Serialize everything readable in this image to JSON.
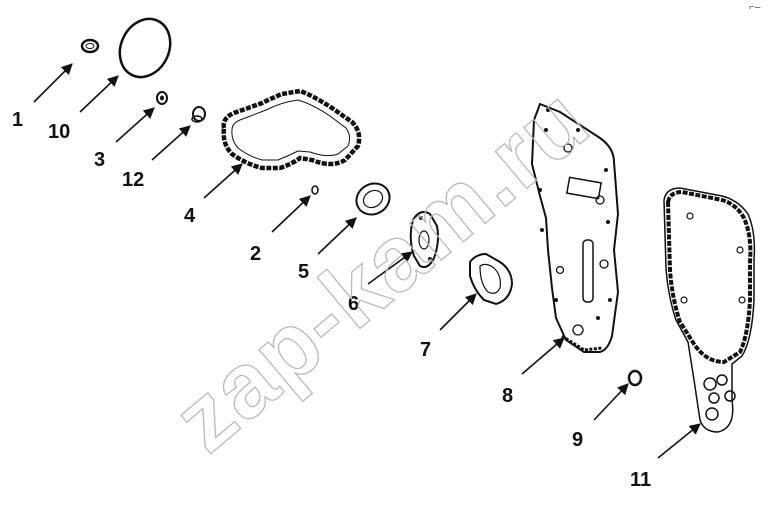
{
  "diagram": {
    "watermark": "zap-kam.ru",
    "corner_mark": "⌐–",
    "callouts": [
      {
        "id": "1",
        "label": "1"
      },
      {
        "id": "10",
        "label": "10"
      },
      {
        "id": "3",
        "label": "3"
      },
      {
        "id": "12",
        "label": "12"
      },
      {
        "id": "4",
        "label": "4"
      },
      {
        "id": "2",
        "label": "2"
      },
      {
        "id": "5",
        "label": "5"
      },
      {
        "id": "6",
        "label": "6"
      },
      {
        "id": "7",
        "label": "7"
      },
      {
        "id": "8",
        "label": "8"
      },
      {
        "id": "9",
        "label": "9"
      },
      {
        "id": "11",
        "label": "11"
      }
    ]
  }
}
